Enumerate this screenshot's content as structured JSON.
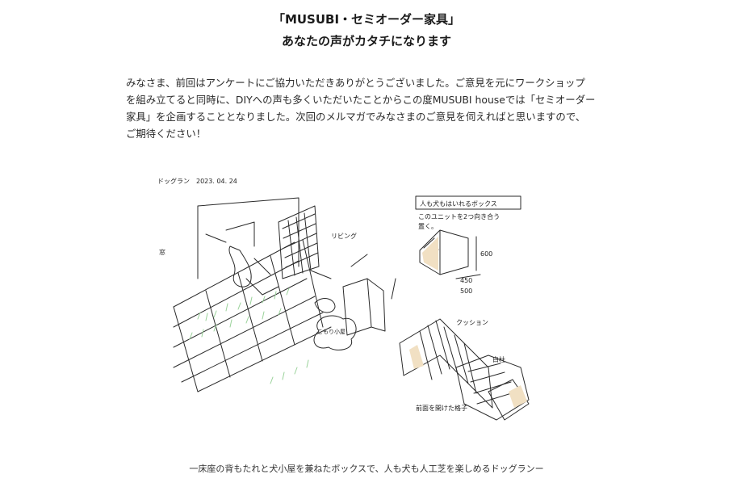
{
  "article": {
    "title_line1": "「MUSUBI・セミオーダー家具」",
    "title_line2": "あなたの声がカタチになります",
    "intro_lines": [
      "みなさま、前回はアンケートにご協力いただきありがとうございました。ご意見を元にワークショップ",
      "を組み立てると同時に、DIYへの声も多くいただいたことからこの度MUSUBI houseでは「セミオーダー",
      "家具」を企画することとなりました。次回のメルマガでみなさまのご意見を伺えればと思いますので、",
      "ご期待ください！"
    ],
    "caption": "一床座の背もたれと犬小屋を兼ねたボックスで、人も犬も人工芝を楽しめるドッグランー"
  },
  "sketch": {
    "notes": {
      "header": "ドッグラン　2023. 04. 24",
      "box_title": "人も犬もはいれるボックス",
      "box_note_1": "このユニットを2つ向き合う",
      "box_note_2": "置く。",
      "window": "窓",
      "living": "リビング",
      "kennel": "こもり小屋",
      "dim_600": "600",
      "dim_450": "450",
      "dim_500": "500",
      "cushion": "クッション",
      "pillar": "白柱",
      "fence": "前面を開けた格子"
    }
  }
}
